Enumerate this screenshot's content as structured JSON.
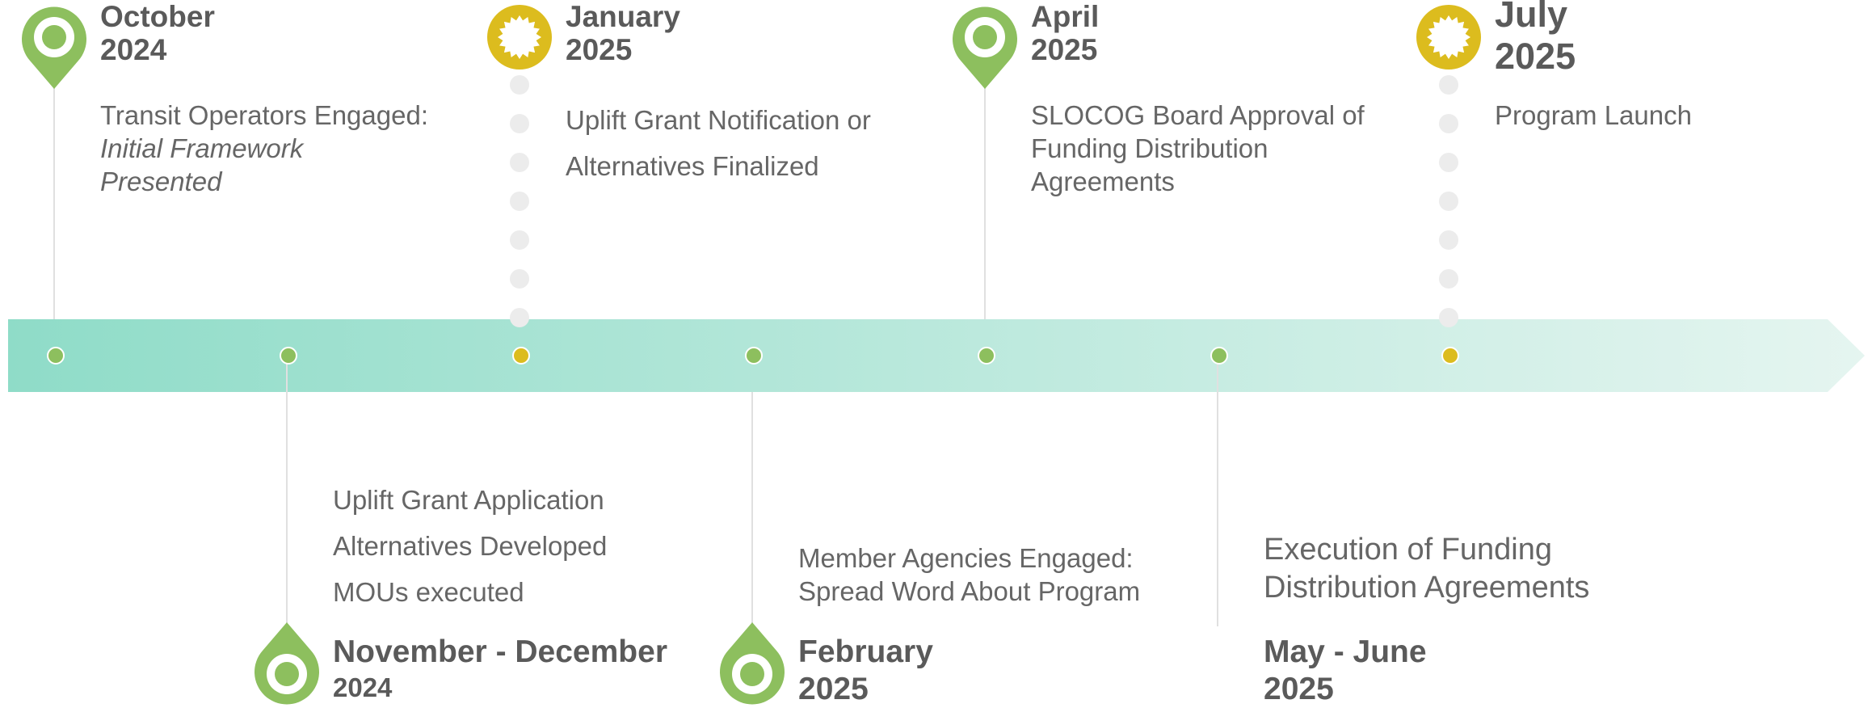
{
  "colors": {
    "arrow_start": "#8fdcc8",
    "arrow_end": "#e5f5f0",
    "green_marker": "#8dbf5e",
    "yellow_marker": "#dcbc1e",
    "connector": "#e0e0e0",
    "dots": "#ececec",
    "date_text": "#5a5a5a",
    "desc_text": "#666666"
  },
  "milestones": [
    {
      "id": "oct-2024",
      "date_line1": "October",
      "date_line2": "2024",
      "description": [
        "Transit Operators Engaged:",
        "Initial Framework",
        "Presented"
      ],
      "marker": "map-pin-icon",
      "color": "green",
      "side": "top"
    },
    {
      "id": "nov-dec-2024",
      "date_line1": "November - December",
      "date_line2": "2024",
      "description": [
        "Uplift Grant Application",
        "Alternatives Developed",
        "MOUs executed"
      ],
      "marker": "map-pin-icon",
      "color": "green",
      "side": "bottom"
    },
    {
      "id": "jan-2025",
      "date_line1": "January",
      "date_line2": "2025",
      "description": [
        "Uplift Grant Notification or",
        "Alternatives Finalized"
      ],
      "marker": "starburst-badge-icon",
      "color": "yellow",
      "side": "top"
    },
    {
      "id": "feb-2025",
      "date_line1": "February",
      "date_line2": "2025",
      "description": [
        "Member Agencies Engaged:",
        "Spread Word About Program"
      ],
      "marker": "map-pin-icon",
      "color": "green",
      "side": "bottom"
    },
    {
      "id": "apr-2025",
      "date_line1": "April",
      "date_line2": "2025",
      "description": [
        "SLOCOG Board Approval of",
        "Funding Distribution",
        "Agreements"
      ],
      "marker": "map-pin-icon",
      "color": "green",
      "side": "top"
    },
    {
      "id": "may-jun-2025",
      "date_line1": "May - June",
      "date_line2": "2025",
      "description": [
        "Execution of Funding",
        "Distribution Agreements"
      ],
      "marker": "none",
      "color": "green",
      "side": "bottom"
    },
    {
      "id": "jul-2025",
      "date_line1": "July",
      "date_line2": "2025",
      "description": [
        "Program Launch"
      ],
      "marker": "starburst-badge-icon",
      "color": "yellow",
      "side": "top"
    }
  ]
}
